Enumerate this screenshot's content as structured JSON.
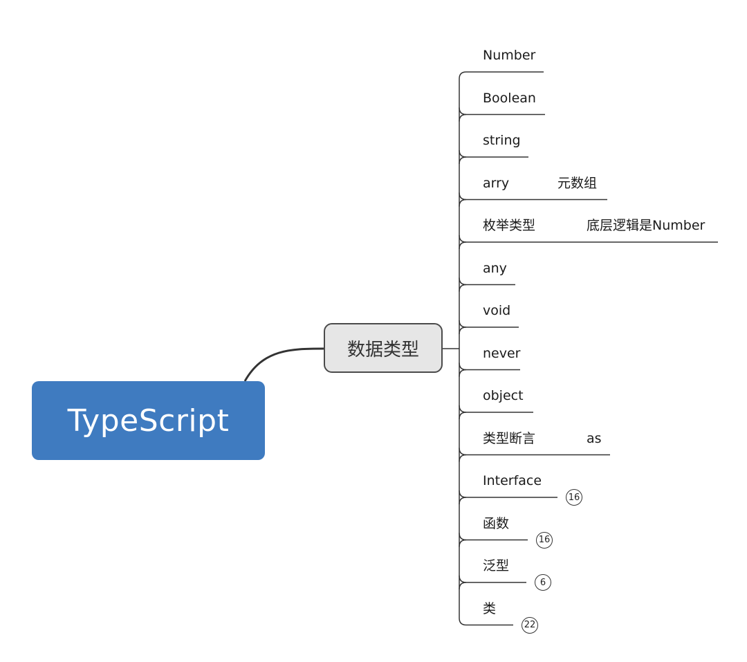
{
  "root": {
    "label": "TypeScript"
  },
  "topic": {
    "label": "数据类型"
  },
  "branches": [
    {
      "label": "Number"
    },
    {
      "label": "Boolean"
    },
    {
      "label": "string"
    },
    {
      "label": "arry",
      "child": "元数组"
    },
    {
      "label": "枚举类型",
      "child": "底层逻辑是Number"
    },
    {
      "label": "any"
    },
    {
      "label": "void"
    },
    {
      "label": "never"
    },
    {
      "label": "object"
    },
    {
      "label": "类型断言",
      "child": "as"
    },
    {
      "label": "Interface",
      "badge": "16"
    },
    {
      "label": "函数",
      "badge": "16"
    },
    {
      "label": "泛型",
      "badge": "6"
    },
    {
      "label": "类",
      "badge": "22"
    }
  ],
  "colors": {
    "root": "#3f7bc0",
    "topic": "#e6e6e6",
    "line": "#333333"
  }
}
